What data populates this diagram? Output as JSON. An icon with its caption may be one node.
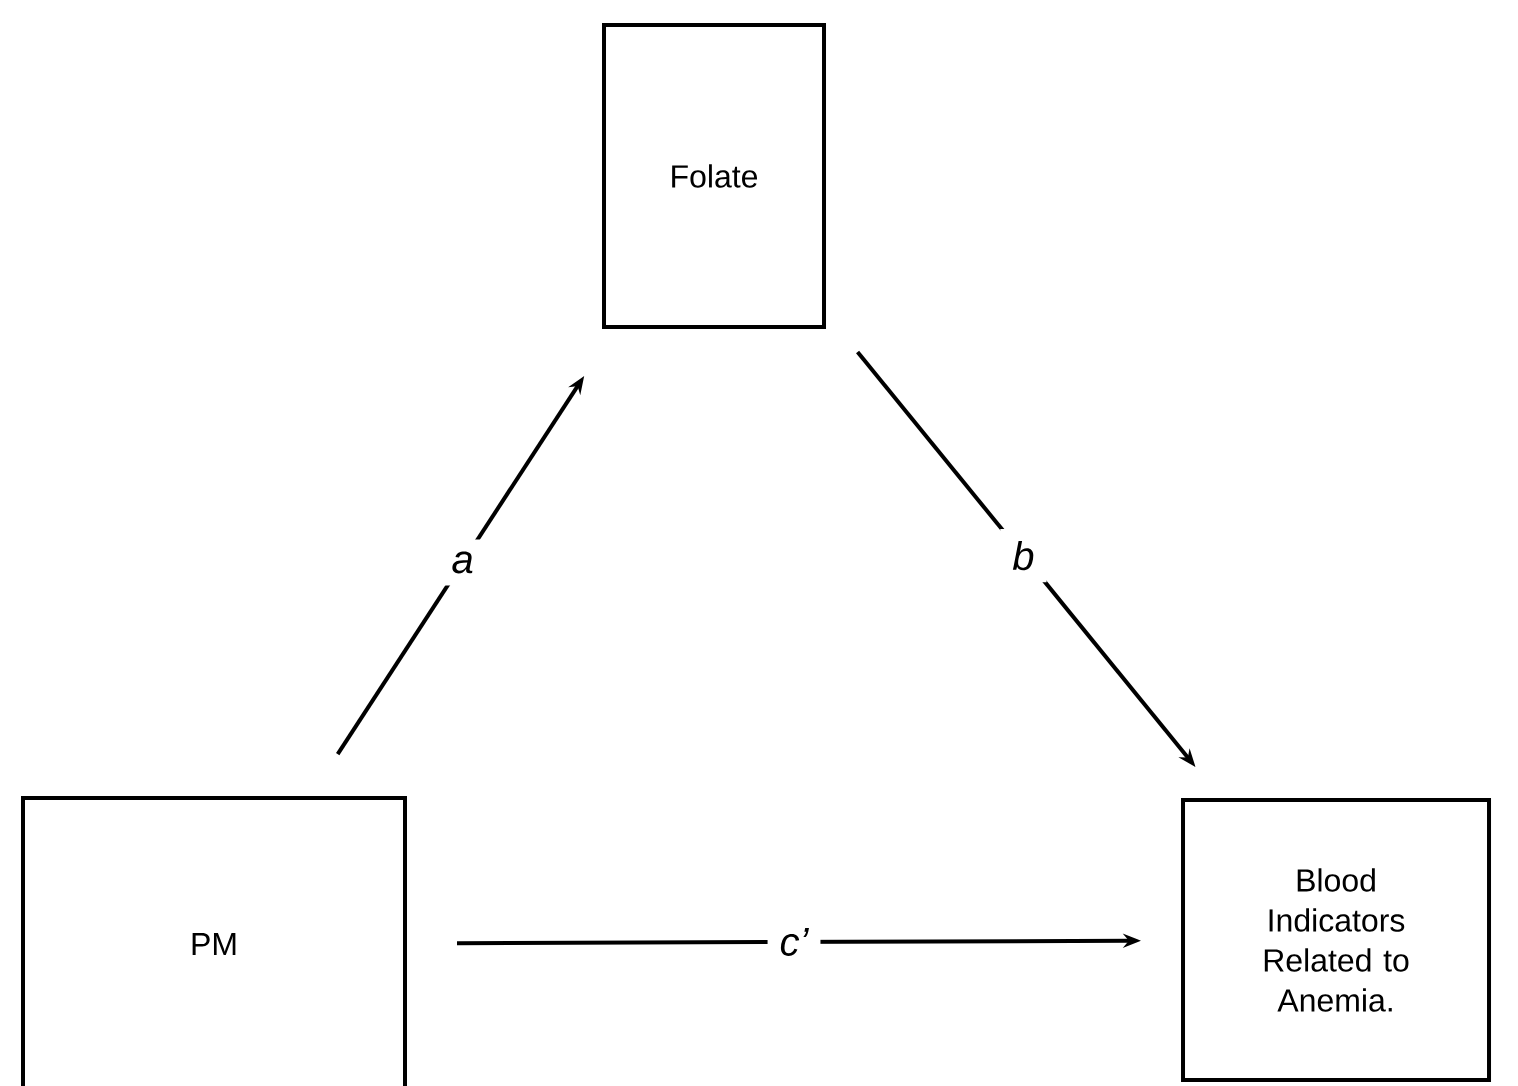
{
  "diagram": {
    "nodes": [
      {
        "text": [
          "Folate"
        ]
      },
      {
        "text": [
          "PM"
        ]
      },
      {
        "text": [
          "Blood Indicators Related to Anemia."
        ]
      }
    ],
    "edges": [
      {
        "from": 1,
        "to": 0,
        "arrow": "to",
        "label": "a"
      },
      {
        "from": 0,
        "to": 2,
        "arrow": "to",
        "label": "b"
      },
      {
        "from": 1,
        "to": 2,
        "arrow": "to",
        "label": "c’"
      }
    ]
  }
}
